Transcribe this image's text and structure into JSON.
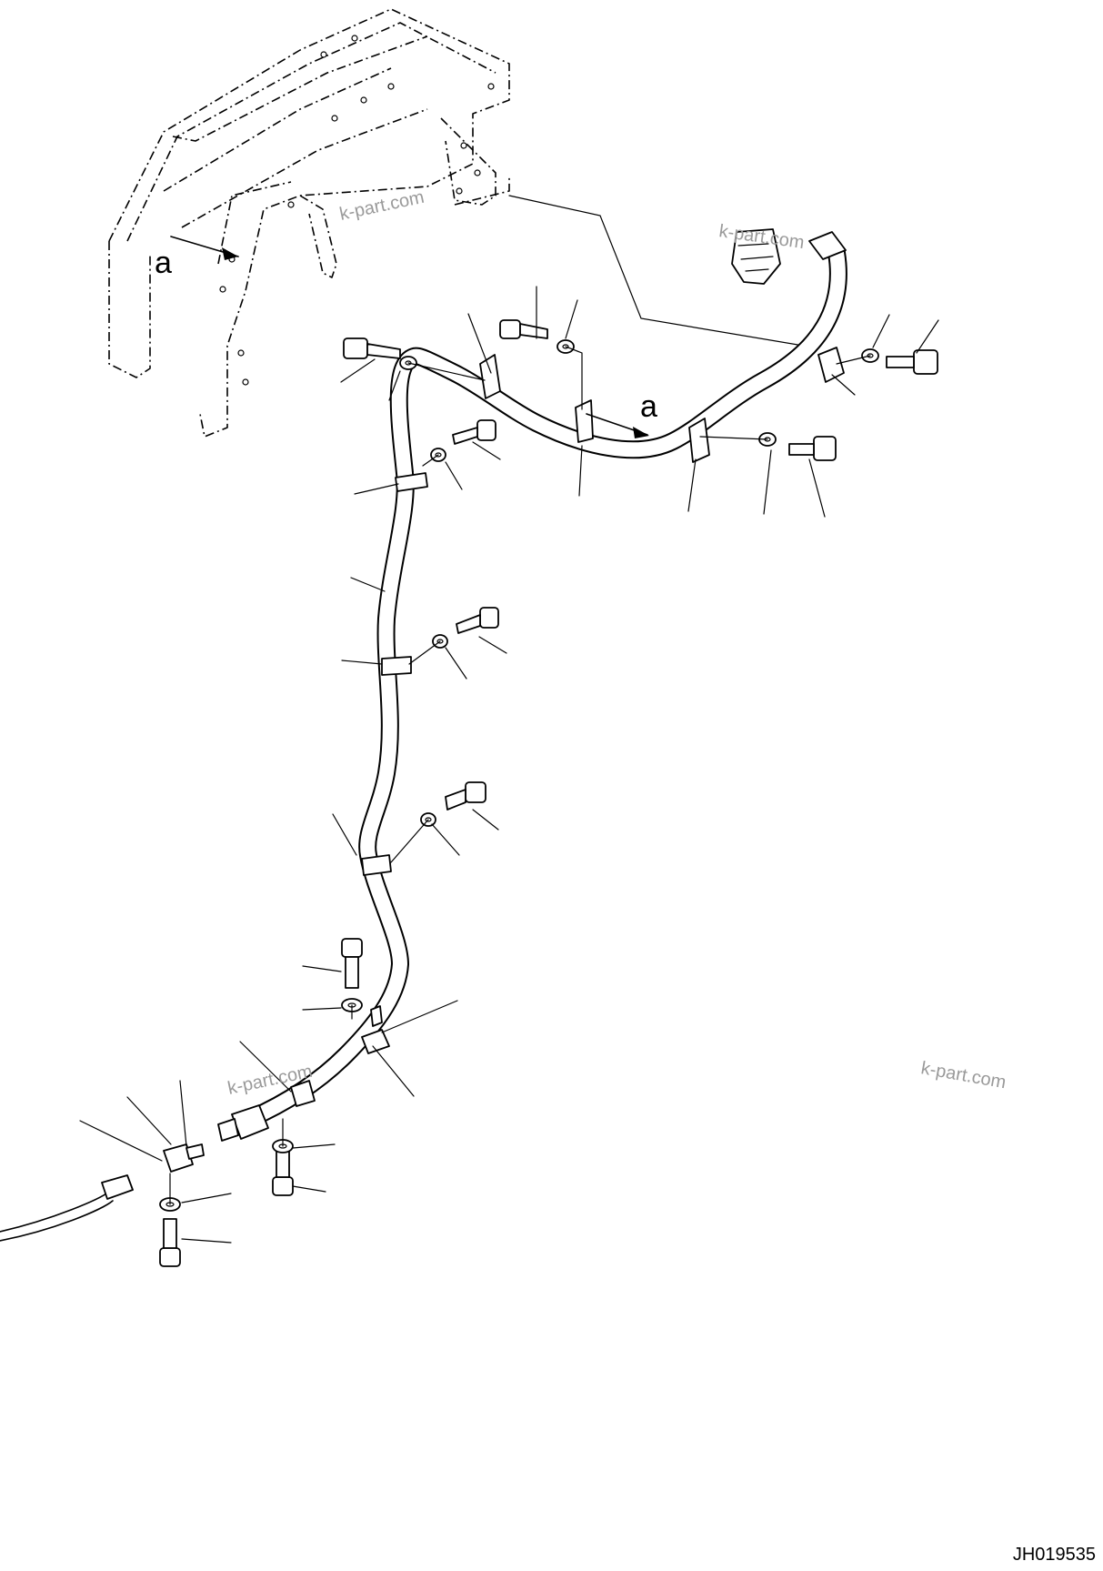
{
  "diagram": {
    "view_marker": "a",
    "drawing_number": "JH019535",
    "watermark": "k-part.com"
  }
}
